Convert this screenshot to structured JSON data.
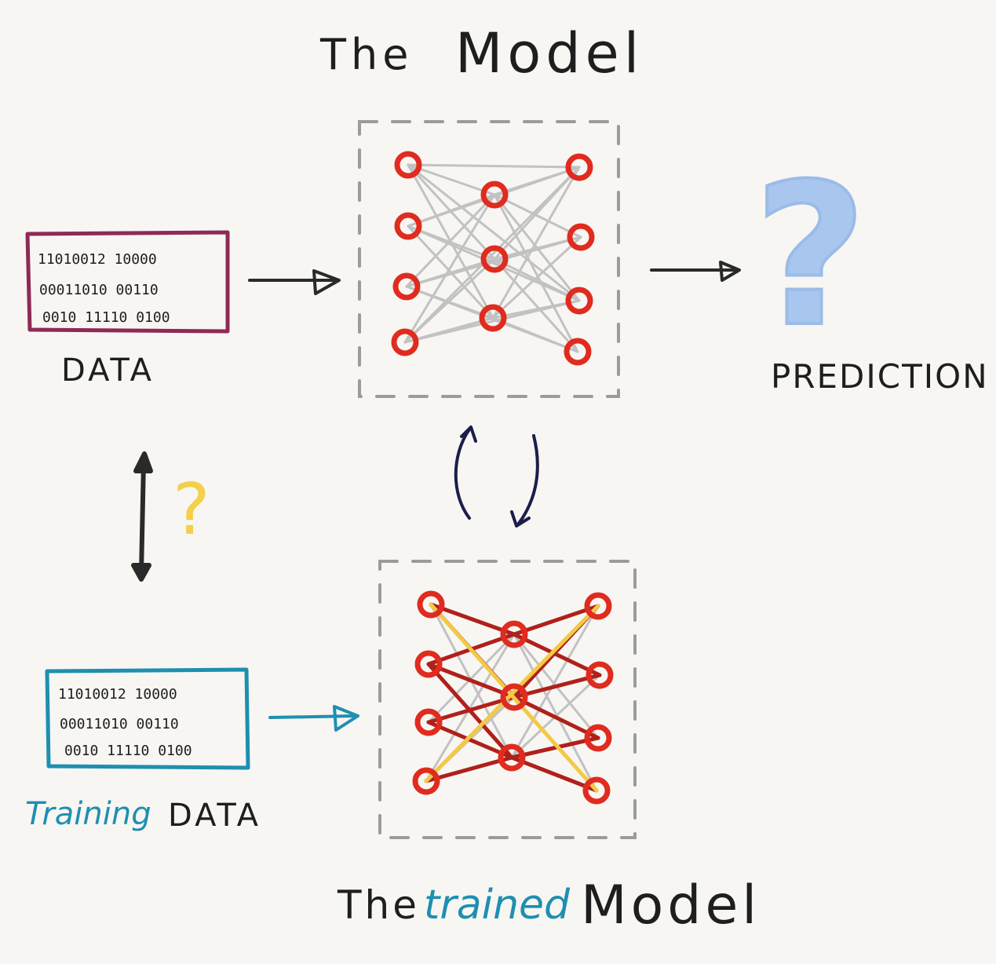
{
  "title_top": {
    "the": "The",
    "model": "Model"
  },
  "title_bottom": {
    "the": "The",
    "trained": "trained",
    "model": "Model"
  },
  "data_label": "DATA",
  "prediction_label": "PREDICTION",
  "prediction_symbol": "?",
  "training_label": {
    "training": "Training",
    "data": "DATA"
  },
  "relation_symbol": "?",
  "binary_block": [
    "11010012 10000",
    "00011010 00110",
    "0010 11110 0100"
  ],
  "colors": {
    "background": "#f7f6f3",
    "ink": "#2a2a2a",
    "node": "#e02b1f",
    "data_box": "#8e2a55",
    "training_box": "#1e8fb0",
    "training_text": "#1e8fb0",
    "question_blue": "#a9c6ee",
    "question_yellow": "#f3cf4a",
    "weight_strong": "#b0201a",
    "weight_highlight": "#f3c945",
    "edge_grey": "#c2c2c2",
    "loop_arrows": "#1b1d4a"
  }
}
